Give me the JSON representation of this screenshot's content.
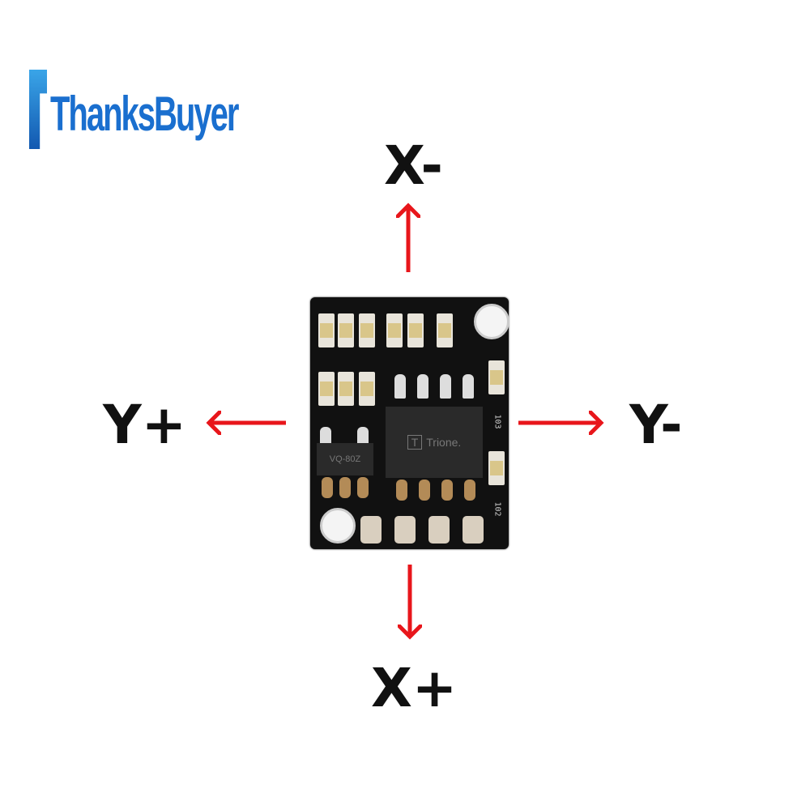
{
  "brand": {
    "logo_text": "ThanksBuyer"
  },
  "axes": {
    "x_minus": "X-",
    "x_plus": "X+",
    "y_plus": "Y+",
    "y_minus": "Y-"
  },
  "pcb": {
    "ic_main": "Trione.",
    "ic_main_logo": "T",
    "ic_reg": "VQ-80Z",
    "res_1": "103",
    "res_2": "102"
  },
  "colors": {
    "arrow": "#e8161b",
    "pcb": "#111111",
    "brand": "#1a6fcf"
  }
}
